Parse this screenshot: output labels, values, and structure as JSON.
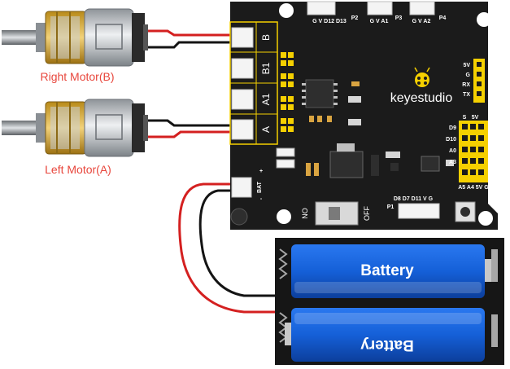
{
  "motors": {
    "right": {
      "label": "Right Motor(B)"
    },
    "left": {
      "label": "Left Motor(A)"
    }
  },
  "board": {
    "brand": "keyestudio",
    "ports": {
      "b": "B",
      "b1": "B1",
      "a1": "A1",
      "a": "A"
    },
    "headers": {
      "p2_pins": "G V D12 D13",
      "p2_name": "P2",
      "p3_pins": "G V A1",
      "p3_name": "P3",
      "p4_pins": "G V A2",
      "p4_name": "P4",
      "p1_pins": "D8 D7 D11 V G",
      "p1_name": "P1"
    },
    "uart_pins": [
      "5V",
      "G",
      "RX",
      "TX"
    ],
    "right_header_rows": [
      "D9",
      "D10",
      "A0",
      "A3"
    ],
    "right_header_top": [
      "S",
      "5V"
    ],
    "right_header_bottom": "A5 A4 5V G",
    "power_labels": {
      "bat": "BAT",
      "plus": "+",
      "minus": "-"
    },
    "switch": {
      "on": "NO",
      "off": "OFF"
    }
  },
  "battery": {
    "top_label": "Battery",
    "bottom_label": "Battery"
  },
  "colors": {
    "board": "#1b1b1b",
    "silk": "#f5d000",
    "wire_red": "#d42020",
    "wire_black": "#141414",
    "battery_blue": "#1560d8",
    "label_red": "#e8463c"
  }
}
